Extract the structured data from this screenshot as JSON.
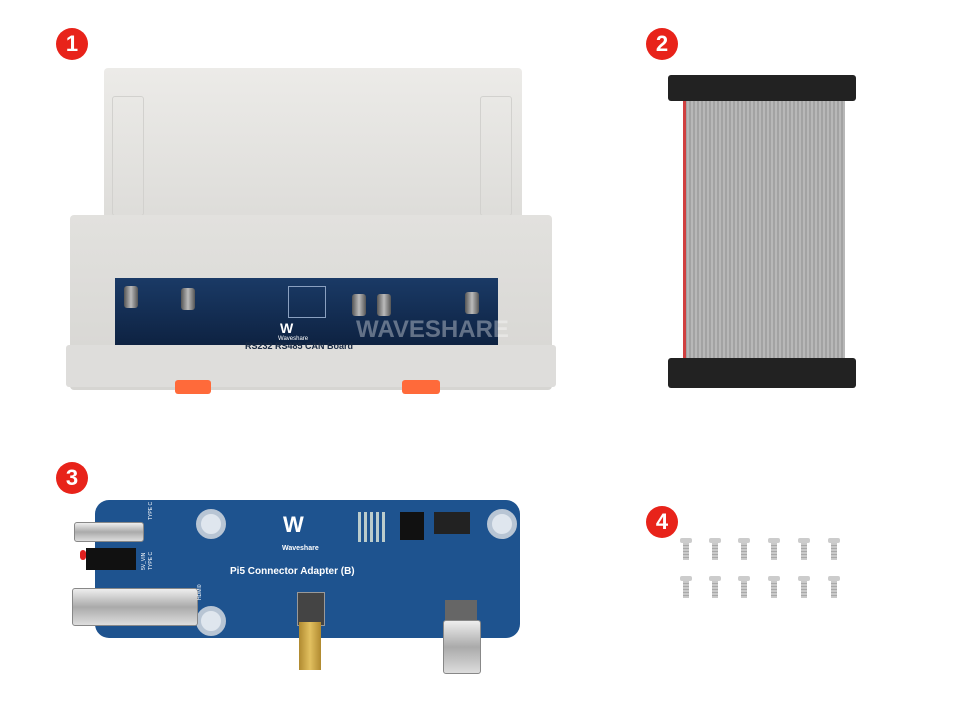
{
  "badges": [
    "1",
    "2",
    "3",
    "4"
  ],
  "item1": {
    "board_label": "RS232 RS485 CAN Board",
    "brand_small": "Waveshare",
    "watermark": "WAVESHARE"
  },
  "item3": {
    "board_label": "Pi5 Connector Adapter (B)",
    "brand": "Waveshare",
    "silk_type_c": "TYPE C",
    "silk_5v": "5V_VIN",
    "silk_type_c_2": "TYPE C",
    "silk_hdmi": "HDMI0"
  },
  "colors": {
    "badge": "#e8231a",
    "pcb": "#1e538f",
    "case": "#e2e1de",
    "clip": "#ff6a3a"
  }
}
